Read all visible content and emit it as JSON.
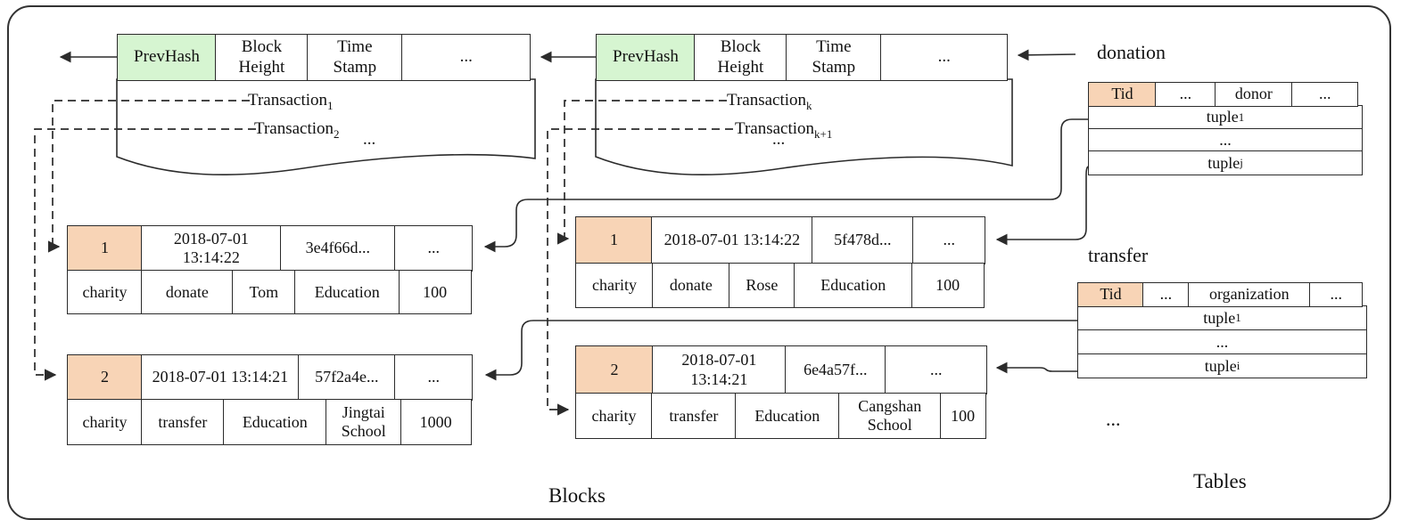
{
  "labels": {
    "blocks": "Blocks",
    "tables": "Tables",
    "floating_ellipsis": "..."
  },
  "block1": {
    "header": [
      "PrevHash",
      "Block Height",
      "Time Stamp",
      "..."
    ],
    "transactions": [
      {
        "base": "Transaction",
        "sub": "1"
      },
      {
        "base": "Transaction",
        "sub": "2"
      }
    ],
    "more": "..."
  },
  "block2": {
    "header": [
      "PrevHash",
      "Block Height",
      "Time Stamp",
      "..."
    ],
    "transactions": [
      {
        "base": "Transaction",
        "sub": "k"
      },
      {
        "base": "Transaction",
        "sub": "k+1"
      }
    ],
    "more": "..."
  },
  "tx_tables": [
    {
      "id": "1",
      "timestamp": "2018-07-01 13:14:22",
      "hash": "3e4f66d...",
      "more": "...",
      "fields": [
        "charity",
        "donate",
        "Tom",
        "Education",
        "100"
      ]
    },
    {
      "id": "2",
      "timestamp": "2018-07-01 13:14:21",
      "hash": "57f2a4e...",
      "more": "...",
      "fields": [
        "charity",
        "transfer",
        "Education",
        "Jingtai School",
        "1000"
      ]
    },
    {
      "id": "1",
      "timestamp": "2018-07-01 13:14:22",
      "hash": "5f478d...",
      "more": "...",
      "fields": [
        "charity",
        "donate",
        "Rose",
        "Education",
        "100"
      ]
    },
    {
      "id": "2",
      "timestamp": "2018-07-01 13:14:21",
      "hash": "6e4a57f...",
      "more": "...",
      "fields": [
        "charity",
        "transfer",
        "Education",
        "Cangshan School",
        "100"
      ]
    }
  ],
  "donation_table": {
    "title": "donation",
    "headers": [
      "Tid",
      "...",
      "donor",
      "..."
    ],
    "rows": [
      {
        "base": "tuple",
        "sub": "1"
      },
      {
        "base": "...",
        "sub": ""
      },
      {
        "base": "tuple",
        "sub": "j"
      }
    ]
  },
  "transfer_table": {
    "title": "transfer",
    "headers": [
      "Tid",
      "...",
      "organization",
      "..."
    ],
    "rows": [
      {
        "base": "tuple",
        "sub": "1"
      },
      {
        "base": "...",
        "sub": ""
      },
      {
        "base": "tuple",
        "sub": "i"
      }
    ]
  },
  "colors": {
    "prevhash_bg": "#d6f5d1",
    "tid_bg": "#f8d4b6",
    "line": "#2b2b2b"
  }
}
